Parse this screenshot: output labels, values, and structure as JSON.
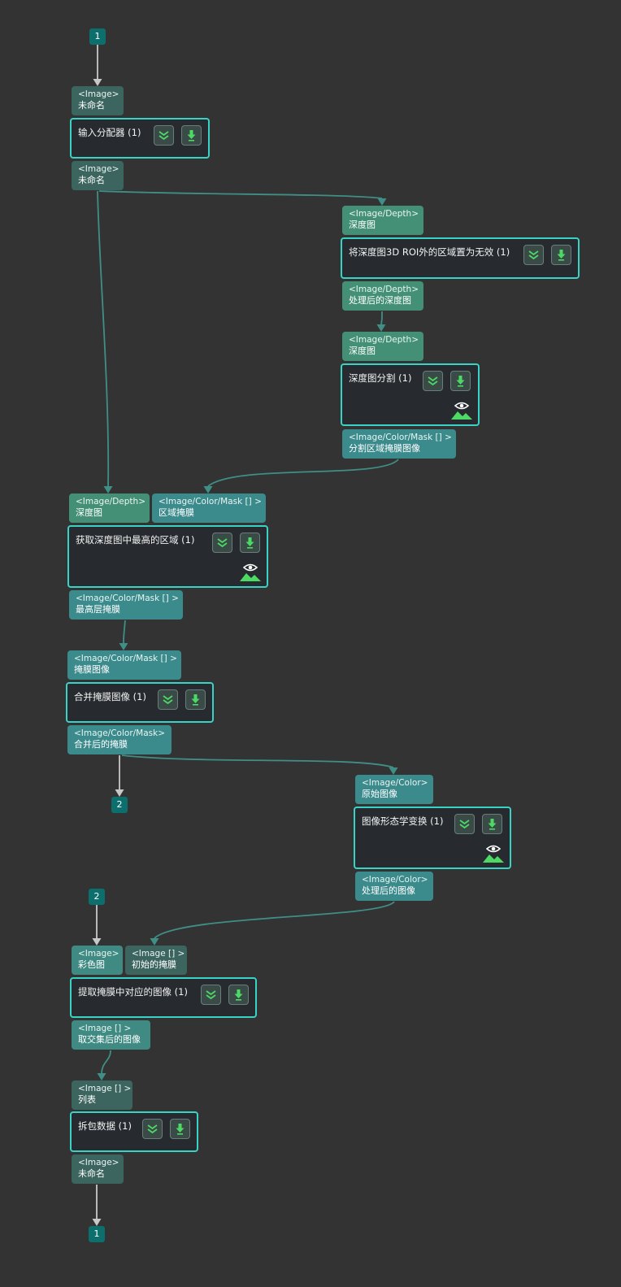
{
  "badges": [
    {
      "id": "b1top",
      "label": "1"
    },
    {
      "id": "b2a",
      "label": "2"
    },
    {
      "id": "b2b",
      "label": "2"
    },
    {
      "id": "b1bot",
      "label": "1"
    }
  ],
  "nodes": [
    {
      "id": "n1",
      "title": "输入分配器 (1)",
      "has_viewer": false,
      "inputs": [
        {
          "type": "<Image>",
          "name": "未命名"
        }
      ],
      "outputs": [
        {
          "type": "<Image>",
          "name": "未命名"
        }
      ]
    },
    {
      "id": "n2",
      "title": "将深度图3D ROI外的区域置为无效 (1)",
      "has_viewer": false,
      "inputs": [
        {
          "type": "<Image/Depth>",
          "name": "深度图"
        }
      ],
      "outputs": [
        {
          "type": "<Image/Depth>",
          "name": "处理后的深度图"
        }
      ]
    },
    {
      "id": "n3",
      "title": "深度图分割 (1)",
      "has_viewer": true,
      "inputs": [
        {
          "type": "<Image/Depth>",
          "name": "深度图"
        }
      ],
      "outputs": [
        {
          "type": "<Image/Color/Mask [] >",
          "name": "分割区域掩膜图像"
        }
      ]
    },
    {
      "id": "n4",
      "title": "获取深度图中最高的区域 (1)",
      "has_viewer": true,
      "inputs": [
        {
          "type": "<Image/Depth>",
          "name": "深度图"
        },
        {
          "type": "<Image/Color/Mask [] >",
          "name": "区域掩膜"
        }
      ],
      "outputs": [
        {
          "type": "<Image/Color/Mask [] >",
          "name": "最高层掩膜"
        }
      ]
    },
    {
      "id": "n5",
      "title": "合并掩膜图像 (1)",
      "has_viewer": false,
      "inputs": [
        {
          "type": "<Image/Color/Mask [] >",
          "name": "掩膜图像"
        }
      ],
      "outputs": [
        {
          "type": "<Image/Color/Mask>",
          "name": "合并后的掩膜"
        }
      ]
    },
    {
      "id": "n6",
      "title": "图像形态学变换 (1)",
      "has_viewer": true,
      "inputs": [
        {
          "type": "<Image/Color>",
          "name": "原始图像"
        }
      ],
      "outputs": [
        {
          "type": "<Image/Color>",
          "name": "处理后的图像"
        }
      ]
    },
    {
      "id": "n7",
      "title": "提取掩膜中对应的图像 (1)",
      "has_viewer": false,
      "inputs": [
        {
          "type": "<Image>",
          "name": "彩色图"
        },
        {
          "type": "<Image [] >",
          "name": "初始的掩膜"
        }
      ],
      "outputs": [
        {
          "type": "<Image [] >",
          "name": "取交集后的图像"
        }
      ]
    },
    {
      "id": "n8",
      "title": "拆包数据 (1)",
      "has_viewer": false,
      "inputs": [
        {
          "type": "<Image [] >",
          "name": "列表"
        }
      ],
      "outputs": [
        {
          "type": "<Image>",
          "name": "未命名"
        }
      ]
    }
  ],
  "icons": {
    "expand": "double-chevron-down-icon",
    "download": "download-arrow-icon",
    "viewer": "eye-image-icon"
  },
  "colors": {
    "background": "#333333",
    "node_border": "#39d3c6",
    "node_fill": "#272b2f",
    "edge_teal": "#3f8f86",
    "edge_gray": "#c8c8c8",
    "badge": "#0d6f6d",
    "icon_green": "#4cd964"
  }
}
